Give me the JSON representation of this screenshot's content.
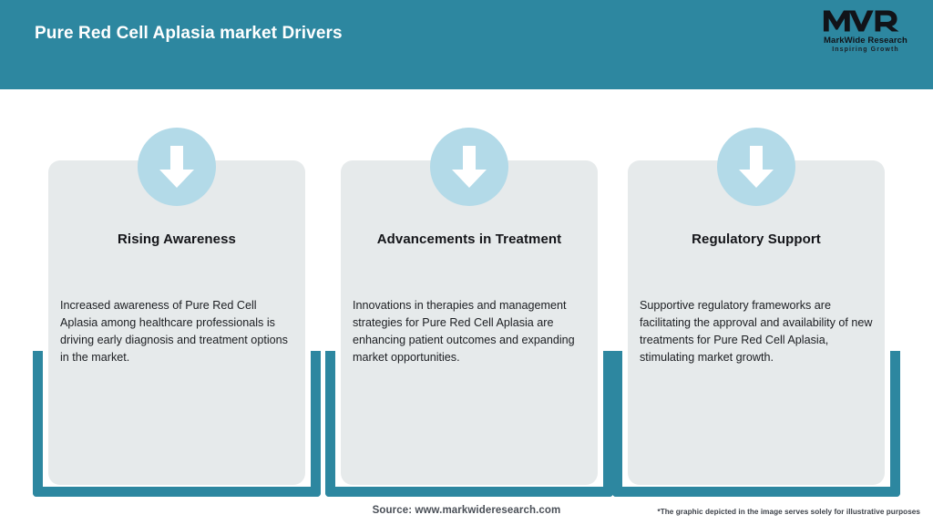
{
  "header": {
    "title": "Pure Red Cell Aplasia market Drivers",
    "background_color": "#2d87a0",
    "title_color": "#ffffff",
    "logo": {
      "mark": "MWR",
      "name": "MarkWide Research",
      "tagline": "Inspiring Growth"
    }
  },
  "cards": [
    {
      "icon": "down-arrow-icon",
      "title": "Rising Awareness",
      "body": "Increased awareness of Pure Red Cell Aplasia among healthcare professionals is driving early diagnosis and treatment options in the market."
    },
    {
      "icon": "down-arrow-icon",
      "title": "Advancements in Treatment",
      "body": "Innovations in therapies and management strategies for Pure Red Cell Aplasia are enhancing patient outcomes and expanding market opportunities."
    },
    {
      "icon": "down-arrow-icon",
      "title": "Regulatory Support",
      "body": "Supportive regulatory frameworks are facilitating the approval and availability of new treatments for Pure Red Cell Aplasia, stimulating market growth."
    }
  ],
  "footer": {
    "source": "Source: www.markwideresearch.com",
    "disclaimer": "*The graphic depicted in the image serves solely for illustrative purposes"
  },
  "colors": {
    "teal": "#2d87a0",
    "icon_circle": "#b3dae8",
    "card_background": "#e6eaeb",
    "page_background": "#ffffff"
  }
}
